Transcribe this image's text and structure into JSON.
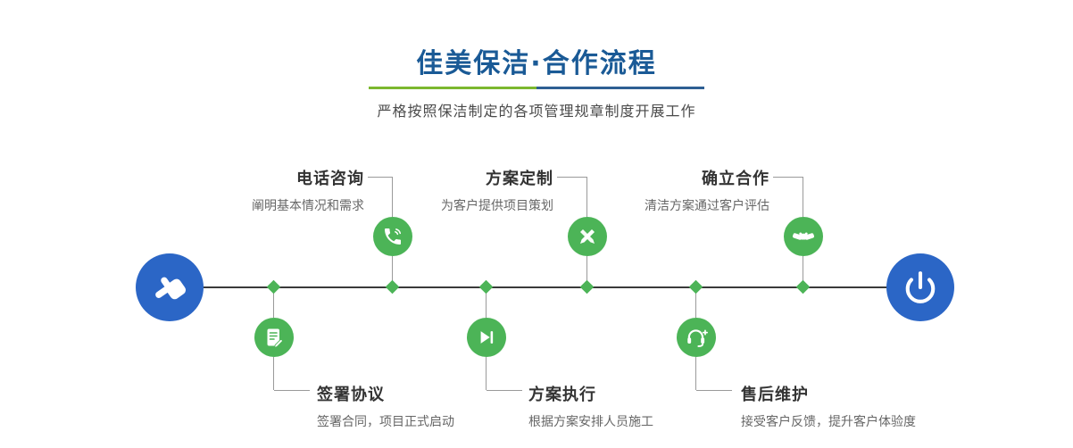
{
  "colors": {
    "title-blue": "#1a5a96",
    "divider-green": "#7cb82f",
    "divider-blue": "#2e5f93",
    "node-green": "#4cb457",
    "circle-blue": "#2b66c6",
    "line-dark": "#3a3a3a"
  },
  "header": {
    "title": "佳美保洁·合作流程",
    "subtitle": "严格按照保洁制定的各项管理规章制度开展工作"
  },
  "flow": {
    "start_icon": "hand-pointer",
    "end_icon": "power",
    "steps_top": [
      {
        "title": "电话咨询",
        "desc": "阐明基本情况和需求",
        "icon": "phone"
      },
      {
        "title": "方案定制",
        "desc": "为客户提供项目策划",
        "icon": "pen-tools"
      },
      {
        "title": "确立合作",
        "desc": "清洁方案通过客户评估",
        "icon": "handshake"
      }
    ],
    "steps_bottom": [
      {
        "title": "签署协议",
        "desc": "签署合同，项目正式启动",
        "icon": "contract"
      },
      {
        "title": "方案执行",
        "desc": "根据方案安排人员施工",
        "icon": "play-forward"
      },
      {
        "title": "售后维护",
        "desc": "接受客户反馈，提升客户体验度",
        "icon": "headset-plus"
      }
    ]
  }
}
